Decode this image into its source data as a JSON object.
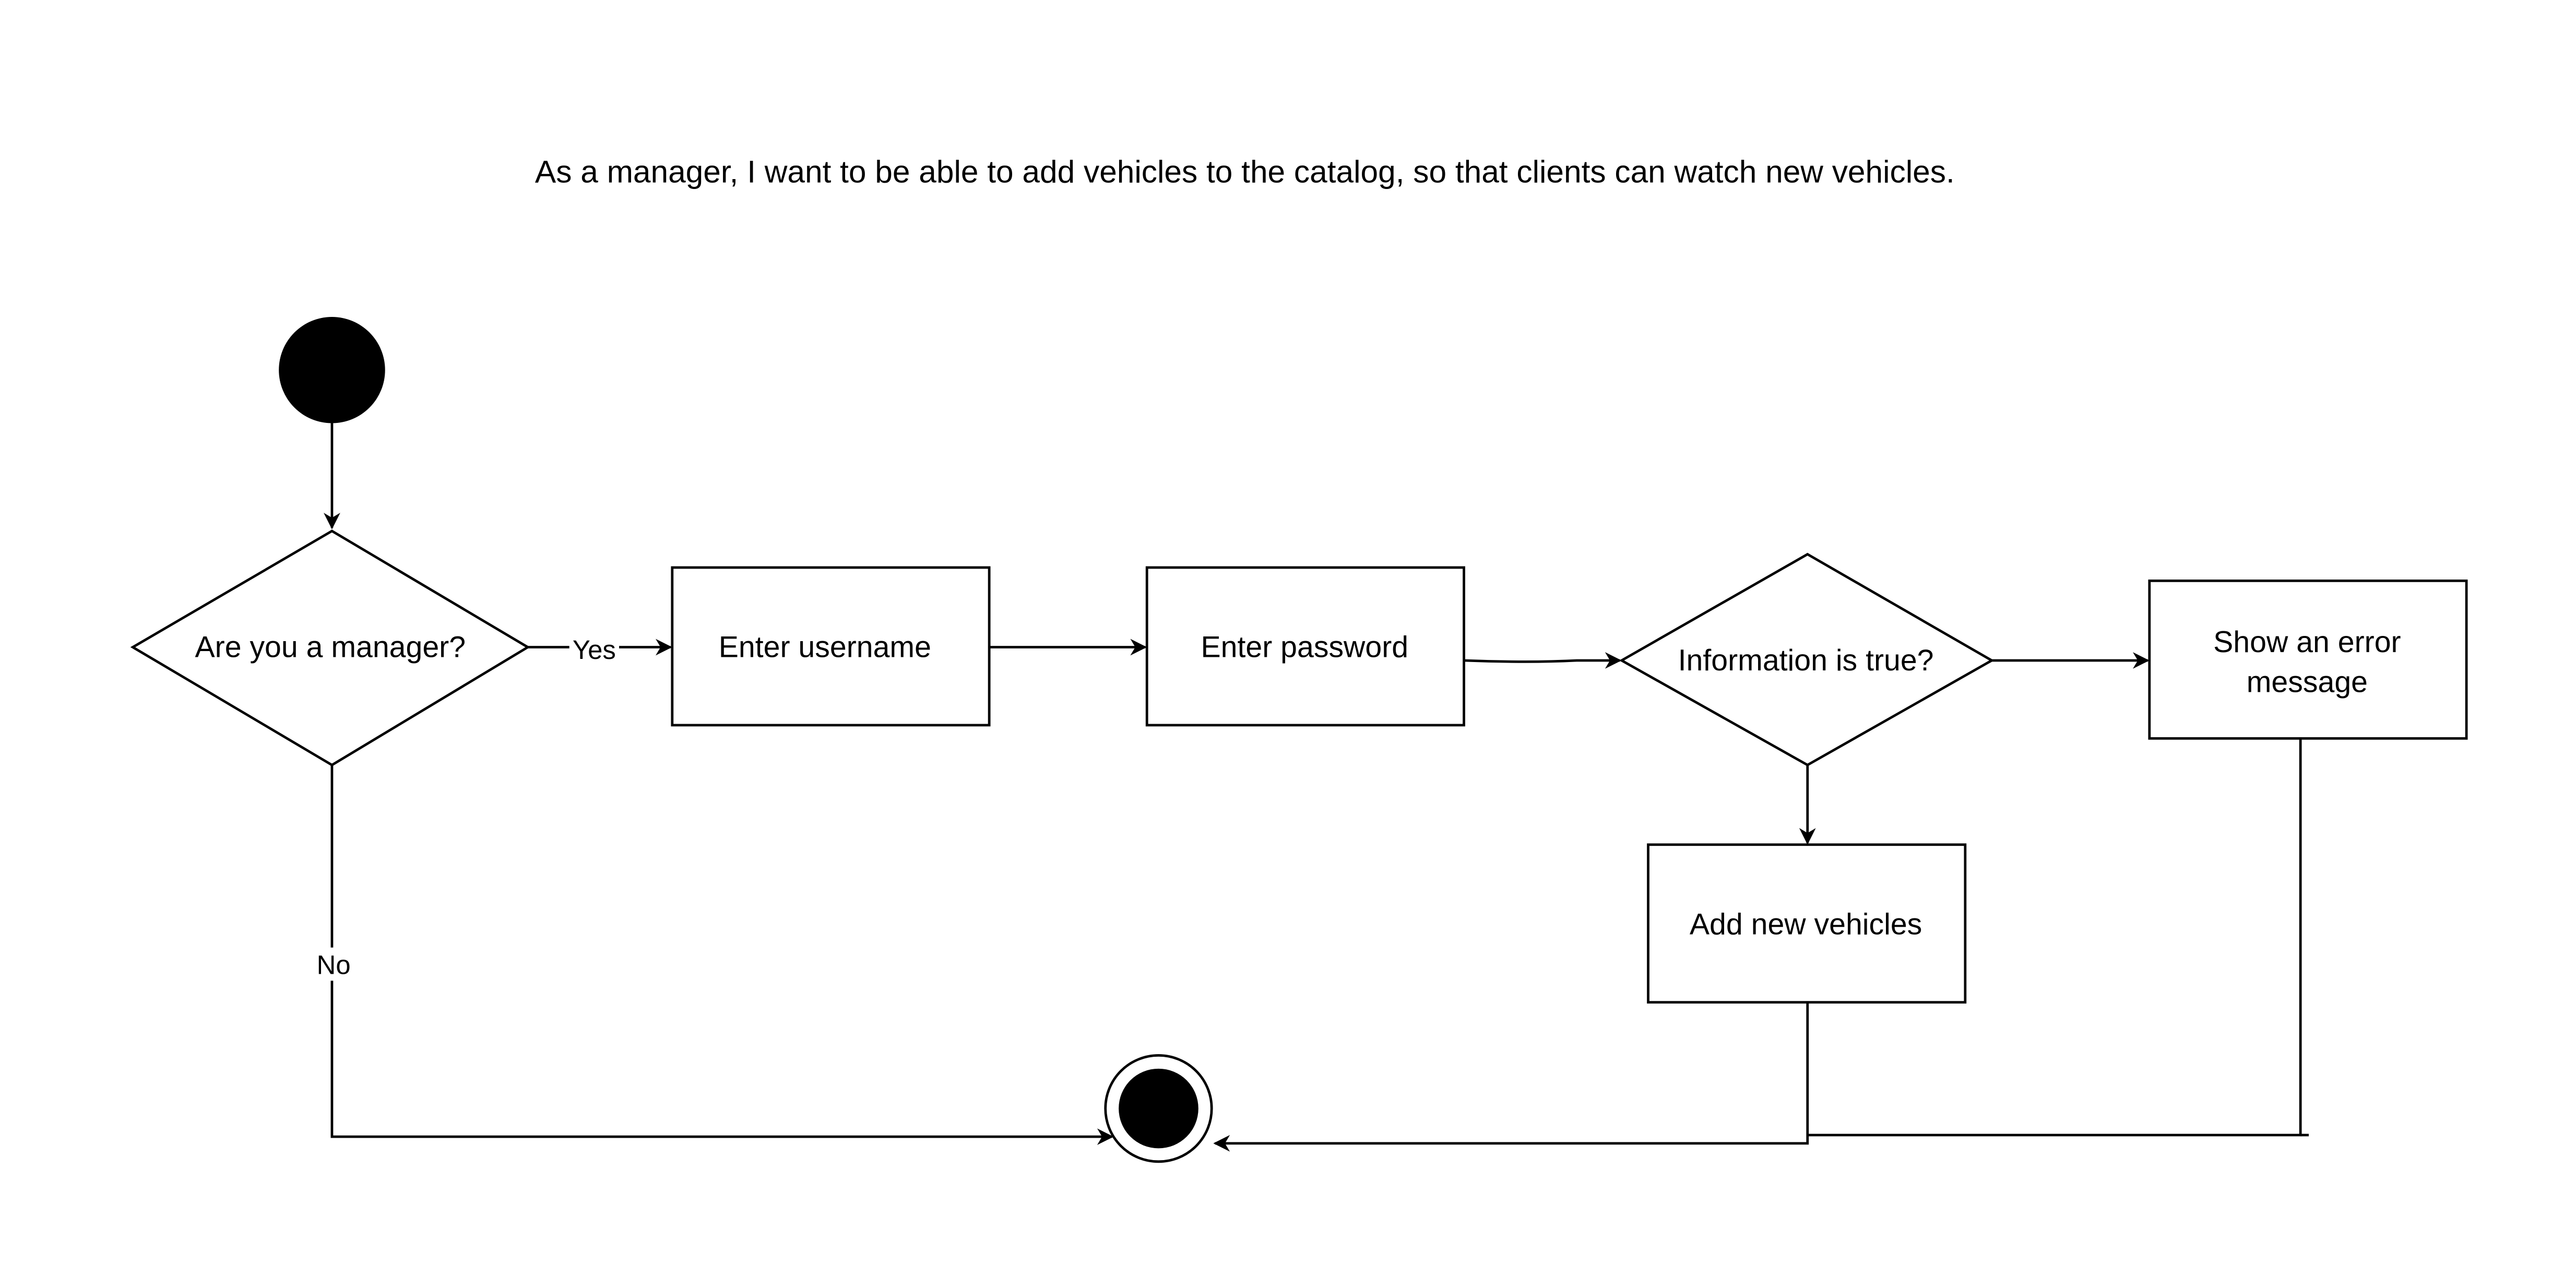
{
  "diagram": {
    "title": "As a manager, I want to be able to add vehicles to the catalog, so that clients can watch new vehicles.",
    "nodes": {
      "start": {
        "kind": "initial"
      },
      "manager_decision": {
        "kind": "decision",
        "label": "Are you a manager?"
      },
      "enter_username": {
        "kind": "action",
        "label": "Enter username"
      },
      "enter_password": {
        "kind": "action",
        "label": "Enter password"
      },
      "info_decision": {
        "kind": "decision",
        "label": "Information is true?"
      },
      "error_message": {
        "kind": "action",
        "label_line1": "Show an error",
        "label_line2": "message"
      },
      "add_vehicles": {
        "kind": "action",
        "label": "Add new vehicles"
      },
      "end": {
        "kind": "final"
      }
    },
    "edges": {
      "yes_label": "Yes",
      "no_label": "No"
    }
  }
}
